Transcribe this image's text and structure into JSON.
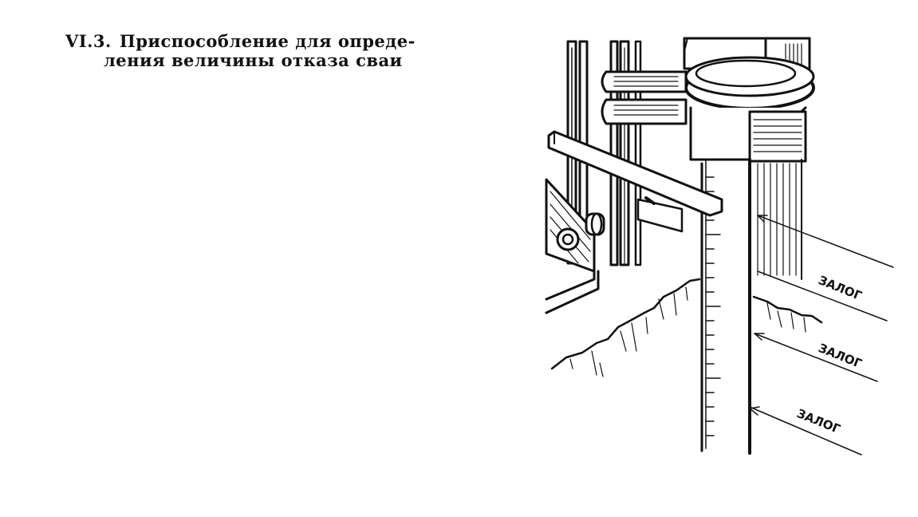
{
  "caption": {
    "number": "VI.3.",
    "line1": "Приспособление для опреде-",
    "line2": "ления величины отказа сваи"
  },
  "labels": [
    "ЗАЛОГ",
    "ЗАЛОГ",
    "ЗАЛОГ"
  ]
}
